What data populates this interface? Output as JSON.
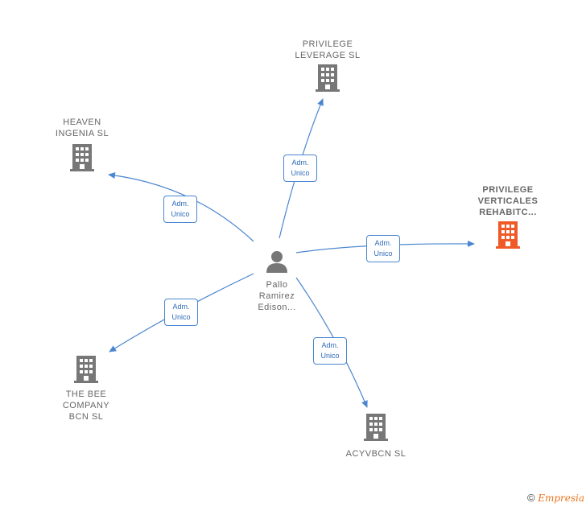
{
  "colors": {
    "edge": "#4a86d0",
    "company_icon": "#777777",
    "highlight_icon": "#f05a28",
    "person_icon": "#777777"
  },
  "center": {
    "label": "Pallo\nRamirez\nEdison...",
    "icon": "person-icon"
  },
  "companies": [
    {
      "id": "privilege-leverage",
      "label": "PRIVILEGE\nLEVERAGE  SL",
      "role": "Adm.\nUnico",
      "highlighted": false
    },
    {
      "id": "heaven-ingenia",
      "label": "HEAVEN\nINGENIA  SL",
      "role": "Adm.\nUnico",
      "highlighted": false
    },
    {
      "id": "privilege-verticales",
      "label": "PRIVILEGE\nVERTICALES\nREHABITC...",
      "role": "Adm.\nUnico",
      "highlighted": true
    },
    {
      "id": "the-bee-company",
      "label": "THE BEE\nCOMPANY\nBCN  SL",
      "role": "Adm.\nUnico",
      "highlighted": false
    },
    {
      "id": "acyvbcn",
      "label": "ACYVBCN  SL",
      "role": "Adm.\nUnico",
      "highlighted": false
    }
  ],
  "footer": {
    "copyright": "©",
    "brand": "Empresia"
  }
}
